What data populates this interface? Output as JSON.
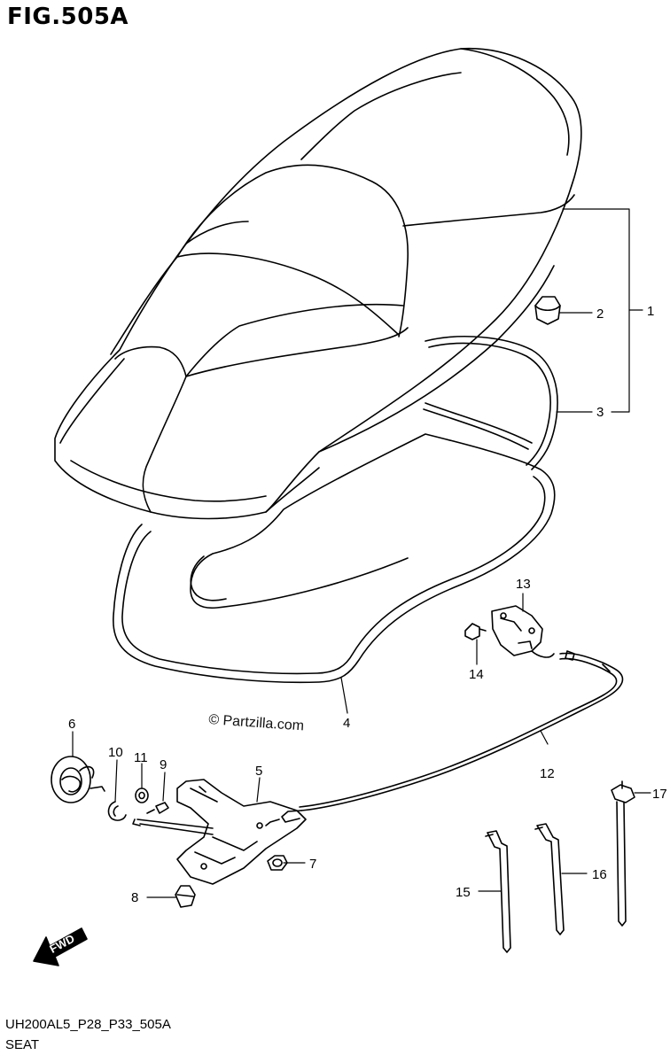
{
  "figure": {
    "title": "FIG.505A",
    "code": "UH200AL5_P28_P33_505A",
    "name": "SEAT",
    "watermark": "© Partzilla.com",
    "fwd_label": "FWD"
  },
  "callouts": {
    "c1": "1",
    "c2": "2",
    "c3": "3",
    "c4": "4",
    "c5": "5",
    "c6": "6",
    "c7": "7",
    "c8": "8",
    "c9": "9",
    "c10": "10",
    "c11": "11",
    "c12": "12",
    "c13": "13",
    "c14": "14",
    "c15": "15",
    "c16": "16",
    "c17": "17"
  }
}
